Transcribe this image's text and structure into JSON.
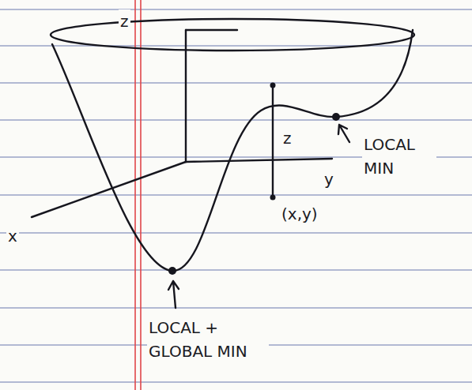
{
  "diagram": {
    "labels": [
      "z",
      "z",
      "y",
      "x",
      "(x,y)",
      "LOCAL MIN",
      "LOCAL + GLOBAL MIN"
    ]
  }
}
